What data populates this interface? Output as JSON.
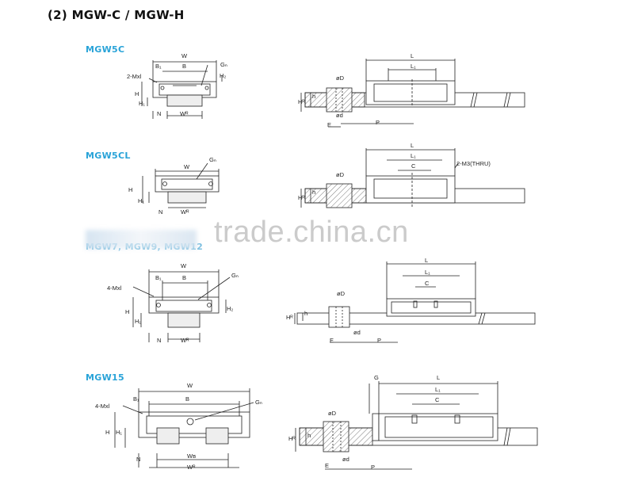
{
  "heading": "(2) MGW-C / MGW-H",
  "models": [
    "MGW5C",
    "MGW5CL",
    "MGW7, MGW9, MGW12",
    "MGW15"
  ],
  "watermark": "trade.china.cn",
  "labels": {
    "W": "W",
    "B": "B",
    "B1": "B₁",
    "Gn": "Gₙ",
    "H": "H",
    "H1": "H₁",
    "H2": "H₂",
    "N": "N",
    "WR": "Wᴿ",
    "WB": "Wʙ",
    "L": "L",
    "L1": "L₁",
    "C": "C",
    "h": "h",
    "HR": "Hᴿ",
    "E": "E",
    "P": "P",
    "phiD": "øD",
    "phid": "ød",
    "G": "G",
    "m2": "2-Mxl",
    "m4": "4-Mxl",
    "thru": "2-M3(THRU)"
  }
}
